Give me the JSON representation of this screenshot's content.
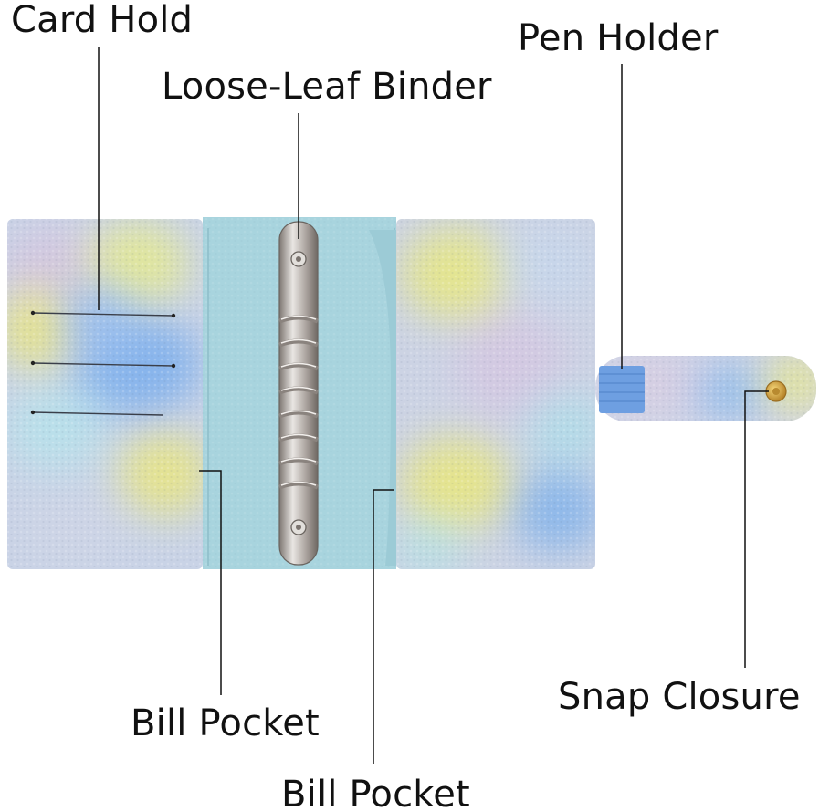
{
  "labels": {
    "card_hold": "Card Hold",
    "loose_leaf_binder": "Loose-Leaf Binder",
    "pen_holder": "Pen Holder",
    "snap_closure": "Snap Closure",
    "bill_pocket_left": "Bill Pocket",
    "bill_pocket_right": "Bill Pocket"
  },
  "colors": {
    "cover_base": "#c9d6e8",
    "cover_blue": "#8fb9ea",
    "cover_yellow": "#e4e48e",
    "cover_lavender": "#c8c2df",
    "interior_teal": "#a9d6df",
    "ring_metal": "#c8c3c0",
    "pen_loop": "#6d9fe0",
    "snap_gold": "#d9a93a",
    "leader_line": "#111111"
  }
}
